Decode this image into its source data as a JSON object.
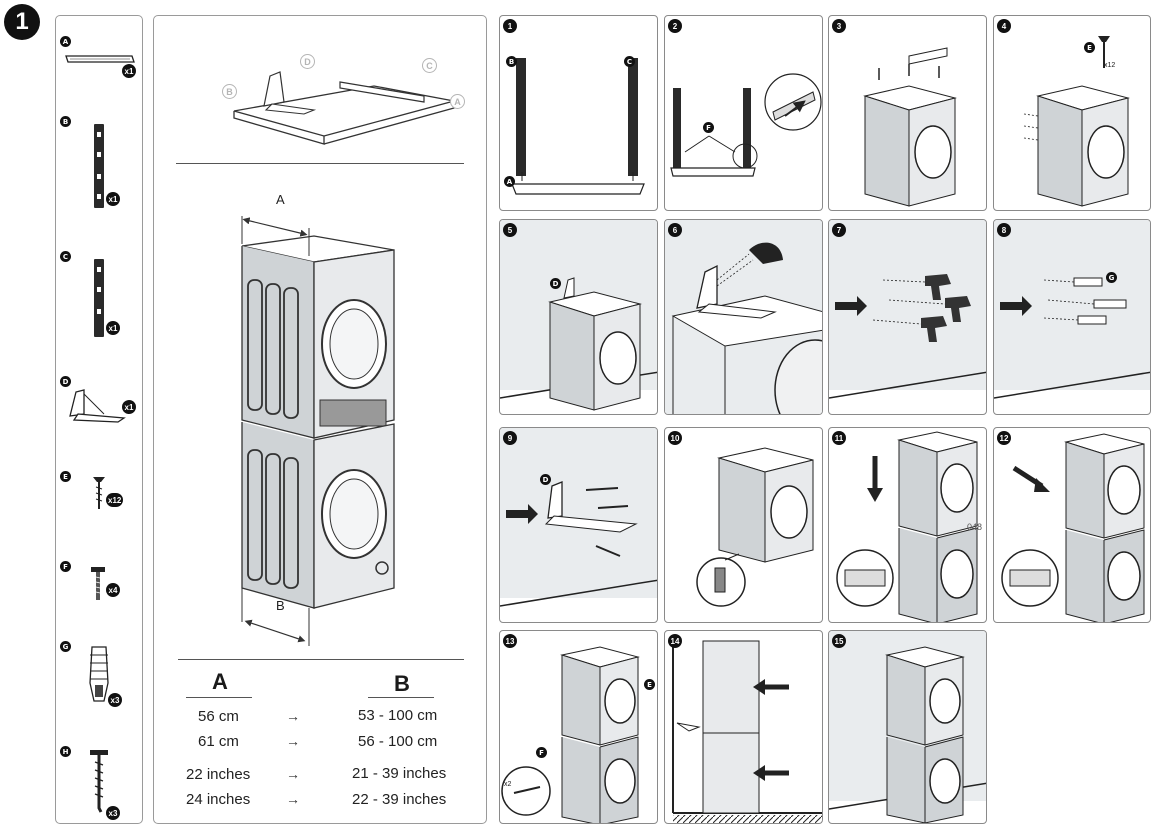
{
  "big_step": "1",
  "parts": [
    {
      "letter": "A",
      "qty": "x1"
    },
    {
      "letter": "B",
      "qty": "x1"
    },
    {
      "letter": "C",
      "qty": "x1"
    },
    {
      "letter": "D",
      "qty": "x1"
    },
    {
      "letter": "E",
      "qty": "x12"
    },
    {
      "letter": "F",
      "qty": "x4"
    },
    {
      "letter": "G",
      "qty": "x3"
    },
    {
      "letter": "H",
      "qty": "x3"
    }
  ],
  "overview": {
    "callouts": [
      "A",
      "B",
      "C",
      "D"
    ],
    "dim_a": "A",
    "dim_b": "B"
  },
  "table": {
    "col_a": "A",
    "col_b": "B",
    "rows": [
      {
        "a": "56 cm",
        "b": "53 - 100 cm"
      },
      {
        "a": "61 cm",
        "b": "56 - 100 cm"
      },
      {
        "a": "22 inches",
        "b": "21 - 39 inches"
      },
      {
        "a": "24 inches",
        "b": "22 - 39 inches"
      }
    ],
    "arrow": "→"
  },
  "steps": [
    "1",
    "2",
    "3",
    "4",
    "5",
    "6",
    "7",
    "8",
    "9",
    "10",
    "11",
    "12",
    "13",
    "14",
    "15"
  ],
  "step_labels": {
    "s1_b": "B",
    "s1_c": "C",
    "s1_a": "A",
    "s2_f": "F",
    "s4_e": "E",
    "s4_qty": "x12",
    "s5_d": "D",
    "s8_g": "G",
    "s9_d": "D",
    "s11_code": "048",
    "s13_e": "E",
    "s13_f": "F",
    "s13_qty": "x2"
  },
  "colors": {
    "ink": "#111111",
    "panel_border": "#9a9a9a",
    "wall": "#e9ecee",
    "callout": "#b5b5b5"
  }
}
